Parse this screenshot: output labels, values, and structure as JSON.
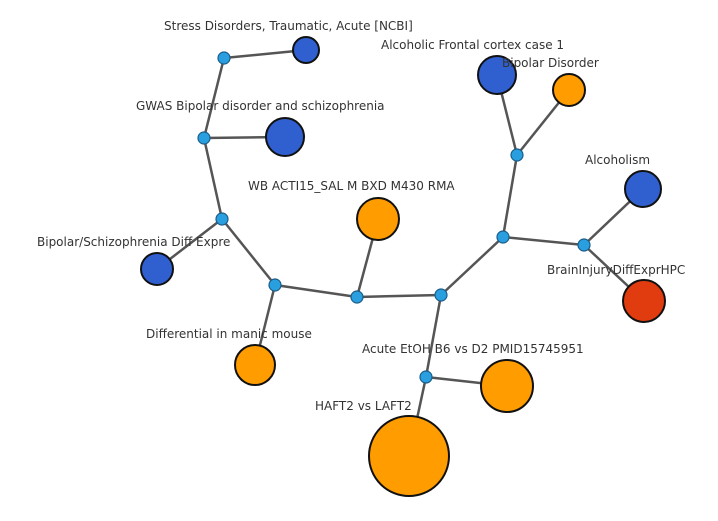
{
  "colors": {
    "blue": "#3060d0",
    "orange": "#ff9c00",
    "red": "#e03c10",
    "junction": "#2a9fe0",
    "edge": "#555555"
  },
  "leaves": [
    {
      "id": "stress",
      "label": "Stress Disorders, Traumatic, Acute [NCBI]",
      "color": "blue"
    },
    {
      "id": "gwas",
      "label": "GWAS Bipolar disorder and schizophrenia",
      "color": "blue"
    },
    {
      "id": "bipschiz",
      "label": "Bipolar/Schizophrenia Diff Expre",
      "color": "blue"
    },
    {
      "id": "manic",
      "label": "Differential in manic mouse",
      "color": "orange"
    },
    {
      "id": "wb",
      "label": "WB ACTI15_SAL M BXD M430 RMA",
      "color": "orange"
    },
    {
      "id": "alcfrontal",
      "label": "Alcoholic Frontal cortex case 1",
      "color": "blue"
    },
    {
      "id": "bipolar",
      "label": "Bipolar Disorder",
      "color": "orange"
    },
    {
      "id": "alcoholism",
      "label": "Alcoholism",
      "color": "blue"
    },
    {
      "id": "brain",
      "label": "BrainInjuryDiffExprHPC",
      "color": "red"
    },
    {
      "id": "acute",
      "label": "Acute EtOH B6 vs D2 PMID15745951",
      "color": "orange"
    },
    {
      "id": "haft",
      "label": "HAFT2 vs LAFT2",
      "color": "orange"
    }
  ]
}
